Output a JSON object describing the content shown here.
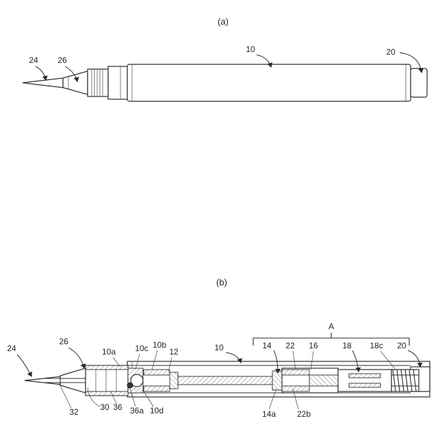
{
  "figure_a": {
    "caption": "(a)",
    "labels": {
      "tip": "24",
      "cone": "26",
      "barrel": "10",
      "knock": "20"
    }
  },
  "figure_b": {
    "caption": "(b)",
    "bracket_label": "A",
    "labels": {
      "tip": "24",
      "cone": "26",
      "l10a": "10a",
      "l10c": "10c",
      "l10b": "10b",
      "l12": "12",
      "barrel": "10",
      "l14": "14",
      "l22": "22",
      "l16": "16",
      "l18": "18",
      "l18c": "18c",
      "l20": "20",
      "l32": "32",
      "l30": "30",
      "l36": "36",
      "l36a": "36a",
      "l10d": "10d",
      "l14a": "14a",
      "l22b": "22b"
    }
  }
}
